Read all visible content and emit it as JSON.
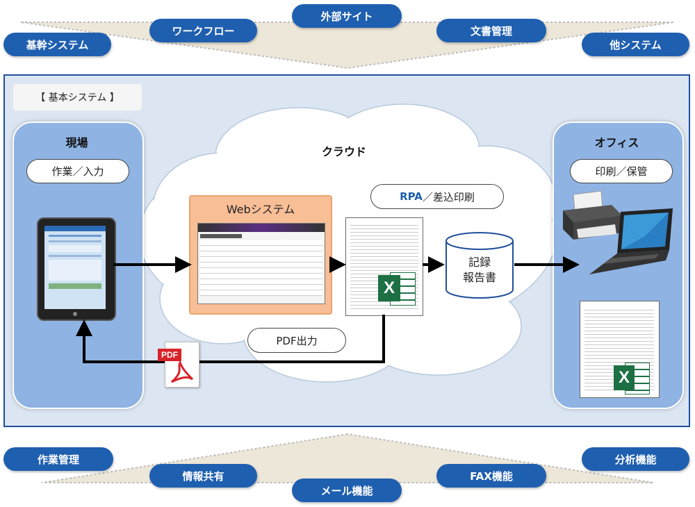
{
  "top_features": [
    "基幹システム",
    "ワークフロー",
    "外部サイト",
    "文書管理",
    "他システム"
  ],
  "bottom_features": [
    "作業管理",
    "情報共有",
    "メール機能",
    "FAX機能",
    "分析機能"
  ],
  "basic_system_label": "【 基本システム 】",
  "field": {
    "title": "現場",
    "tag": "作業／入力"
  },
  "cloud": {
    "title": "クラウド",
    "web_system": "Webシステム",
    "rpa_prefix": "RPA",
    "rpa_suffix": "／差込印刷",
    "pdf_output": "PDF出力",
    "record_line1": "記録",
    "record_line2": "報告書"
  },
  "office": {
    "title": "オフィス",
    "tag": "印刷／保管"
  },
  "icons": [
    "tablet-icon",
    "pdf-icon",
    "excel-icon",
    "database-icon",
    "printer-icon",
    "laptop-icon"
  ],
  "colors": {
    "pill": "#1f5fb0",
    "frame_bg": "#dce6f2",
    "panel": "#8fb3e3",
    "web_box": "#f8be96",
    "excel": "#1d7044"
  }
}
